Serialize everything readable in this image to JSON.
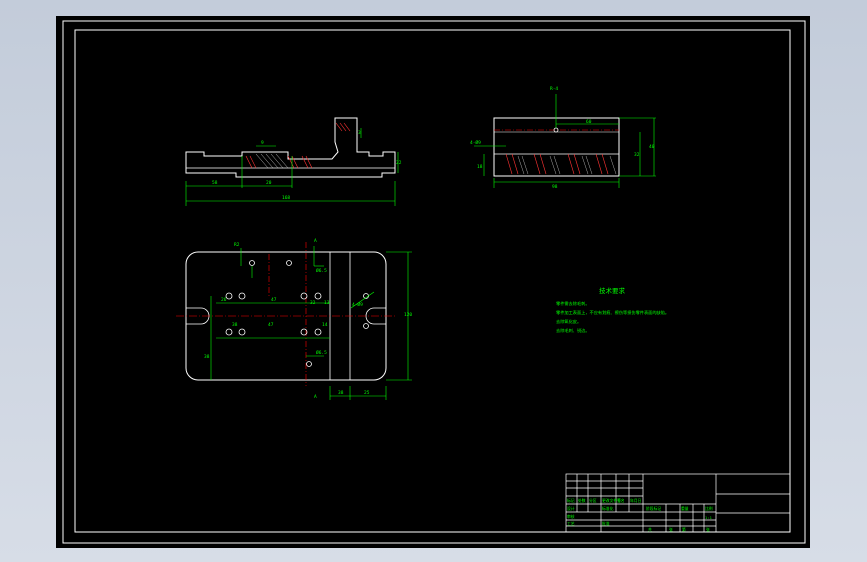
{
  "colors": {
    "background": "#000000",
    "border": "#ffffff",
    "outline": "#ffffff",
    "dimension": "#00ff00",
    "centerline": "#ff0000",
    "hatch": "#ff3333",
    "section_mark": "#00ff00"
  },
  "top_left_view": {
    "dims": {
      "d_top": "9",
      "d_small": "3",
      "d_left": "58",
      "d_mid": "20",
      "d_height": "22",
      "d_total": "168"
    }
  },
  "top_right_view": {
    "dims": {
      "d_label": "R-4",
      "d_top": "60",
      "d_side": "32",
      "d_height": "40",
      "d_left": "4-Ø9",
      "d_bottom": "18",
      "d_total": "98"
    }
  },
  "plan_view": {
    "section_marks": [
      "A",
      "A"
    ],
    "dims": {
      "d_r": "R2",
      "d_h1": "26",
      "d_h2": "47",
      "d_h3": "32",
      "d_h4": "13",
      "d_h5": "38",
      "d_h6": "47",
      "d_h7": "14",
      "d_v1": "Ø6.5",
      "d_v2": "Ø6.5",
      "d_left_v": "38",
      "d_right_v": "120",
      "d_b1": "38",
      "d_b2": "25",
      "d_angle": "4-Ø9"
    }
  },
  "notes": {
    "title": "技术要求",
    "lines": [
      "零件需去除毛刺。",
      "零件加工表面上，不应有划痕、擦伤等损伤零件表面的缺陷。",
      "去除氧化皮。",
      "去除毛刺、锐边。"
    ]
  },
  "title_block": {
    "cells": [
      "标记",
      "处数",
      "分区",
      "更改文件号",
      "签名",
      "年月日",
      "设计",
      "标准化",
      "阶段标记",
      "重量",
      "比例",
      "审核",
      "工艺",
      "批准",
      "共",
      "张",
      "第",
      "张",
      "1:1"
    ]
  }
}
